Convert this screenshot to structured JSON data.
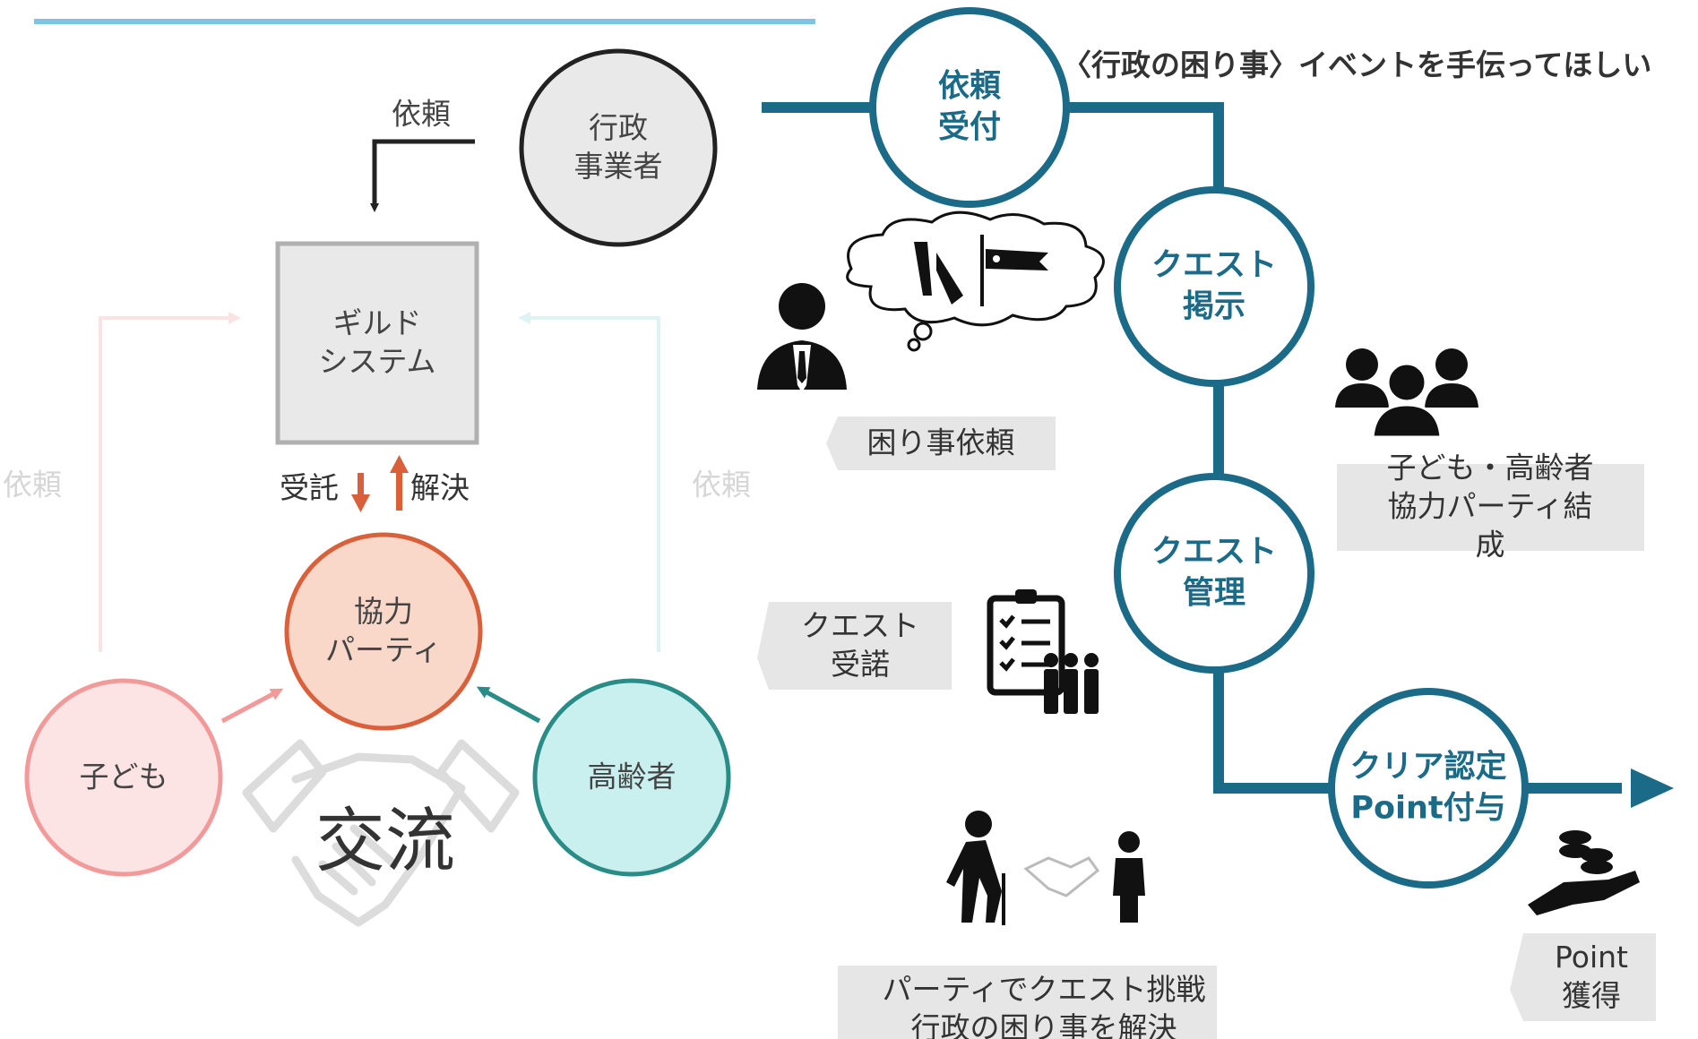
{
  "left_diagram": {
    "request_label": "依頼",
    "gyosei": "行政\n事業者",
    "guild": "ギルド\nシステム",
    "jutaku": "受託",
    "kaiketsu": "解決",
    "party": "協力\nパーティ",
    "kodomo": "子ども",
    "koreisha": "高齢者",
    "side_request_left": "依頼",
    "side_request_right": "依頼",
    "koryu": "交流"
  },
  "flow": {
    "header": "〈行政の困り事〉イベントを手伝ってほしい",
    "steps": [
      {
        "label": "依頼\n受付"
      },
      {
        "label": "クエスト\n掲示"
      },
      {
        "label": "クエスト\n管理"
      },
      {
        "label": "クリア認定\nPoint付与"
      }
    ]
  },
  "notes": {
    "komari_irai": "困り事依頼",
    "party_kessei": "子ども・高齢者\n協力パーティ結成",
    "quest_judaku": "クエスト\n受諾",
    "party_challenge": "パーティでクエスト挑戦\n行政の困り事を解決",
    "point_kakutoku": "Point\n獲得"
  },
  "colors": {
    "flow_blue": "#1b6a88",
    "gray_circle": "#e9e9e9",
    "party_fill": "#f9d8ca",
    "party_stroke": "#d9603a",
    "kodomo_fill": "#fde4e4",
    "kodomo_stroke": "#f29a9a",
    "koreisha_fill": "#c9efef",
    "koreisha_stroke": "#2a8c86",
    "note_box": "#e6e6e6",
    "title_underline": "#7ec3e0"
  },
  "icons": [
    "arrow-down-icon",
    "arrow-up-icon",
    "handshake-icon",
    "businessman-icon",
    "thought-cloud-icon",
    "group-icon",
    "checklist-icon",
    "elderly-icon",
    "hand-coins-icon"
  ]
}
